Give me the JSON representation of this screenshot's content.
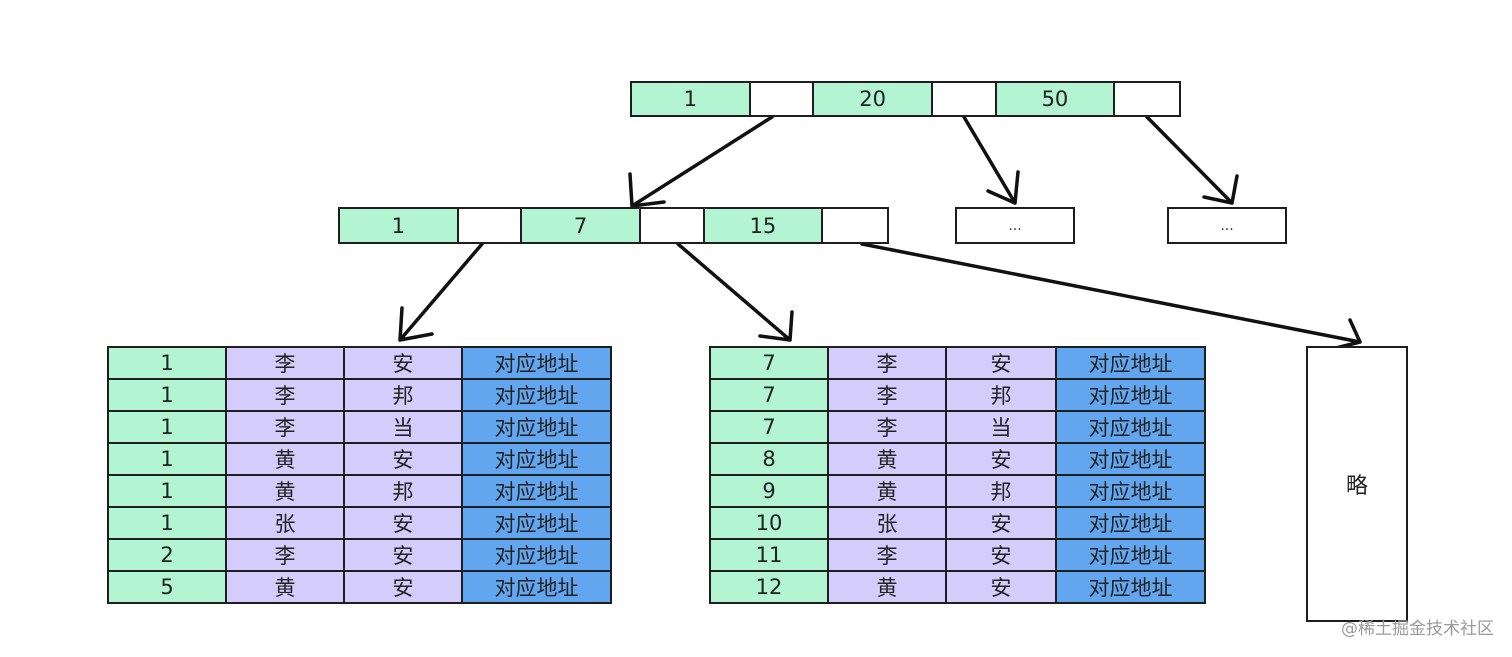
{
  "root_node": {
    "cells": [
      {
        "text": "1",
        "kind": "key"
      },
      {
        "text": "",
        "kind": "ptr"
      },
      {
        "text": "20",
        "kind": "key"
      },
      {
        "text": "",
        "kind": "ptr"
      },
      {
        "text": "50",
        "kind": "key"
      },
      {
        "text": "",
        "kind": "ptr"
      }
    ]
  },
  "level2_node": {
    "cells": [
      {
        "text": "1",
        "kind": "key"
      },
      {
        "text": "",
        "kind": "ptr"
      },
      {
        "text": "7",
        "kind": "key"
      },
      {
        "text": "",
        "kind": "ptr"
      },
      {
        "text": "15",
        "kind": "key"
      },
      {
        "text": "",
        "kind": "ptr"
      }
    ]
  },
  "stub_nodes": [
    "...",
    "..."
  ],
  "leaf_left": {
    "rows": [
      [
        "1",
        "李",
        "安",
        "对应地址"
      ],
      [
        "1",
        "李",
        "邦",
        "对应地址"
      ],
      [
        "1",
        "李",
        "当",
        "对应地址"
      ],
      [
        "1",
        "黄",
        "安",
        "对应地址"
      ],
      [
        "1",
        "黄",
        "邦",
        "对应地址"
      ],
      [
        "1",
        "张",
        "安",
        "对应地址"
      ],
      [
        "2",
        "李",
        "安",
        "对应地址"
      ],
      [
        "5",
        "黄",
        "安",
        "对应地址"
      ]
    ]
  },
  "leaf_right": {
    "rows": [
      [
        "7",
        "李",
        "安",
        "对应地址"
      ],
      [
        "7",
        "李",
        "邦",
        "对应地址"
      ],
      [
        "7",
        "李",
        "当",
        "对应地址"
      ],
      [
        "8",
        "黄",
        "安",
        "对应地址"
      ],
      [
        "9",
        "黄",
        "邦",
        "对应地址"
      ],
      [
        "10",
        "张",
        "安",
        "对应地址"
      ],
      [
        "11",
        "李",
        "安",
        "对应地址"
      ],
      [
        "12",
        "黄",
        "安",
        "对应地址"
      ]
    ]
  },
  "omitted_label": "略",
  "watermark": "@稀土掘金技术社区",
  "colors": {
    "key_cell": "#b3f5d3",
    "name_cell": "#d4ccfb",
    "address_cell": "#62a6f0",
    "border": "#1e1e1e"
  }
}
